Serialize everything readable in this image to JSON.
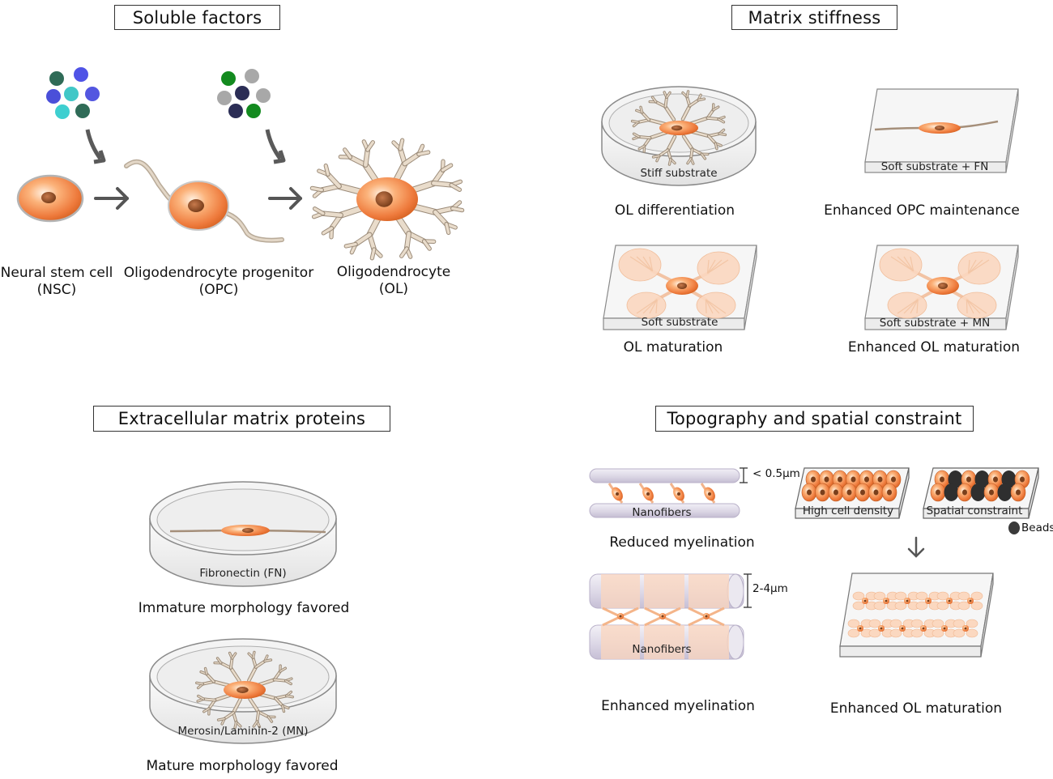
{
  "panels": {
    "soluble": {
      "title": "Soluble factors",
      "nsc": [
        "Neural stem cell",
        "(NSC)"
      ],
      "opc": [
        "Oligodendrocyte progenitor",
        "(OPC)"
      ],
      "ol": [
        "Oligodendrocyte",
        "(OL)"
      ],
      "factor_colors_1": [
        "#2f6b57",
        "#4f53e6",
        "#4a4fd9",
        "#41c7c7",
        "#5356e0",
        "#3ecfd0",
        "#2f6b57"
      ],
      "factor_colors_2": [
        "#138a1f",
        "#a8a8a8",
        "#a8a8a8",
        "#2b2d55",
        "#a8a8a8",
        "#2b2d55",
        "#138a1f"
      ]
    },
    "stiffness": {
      "title": "Matrix stiffness",
      "stiff_label": "Stiff substrate",
      "stiff_caption": "OL differentiation",
      "soft_fn_label": "Soft substrate + FN",
      "soft_fn_caption": "Enhanced OPC maintenance",
      "soft_label": "Soft substrate",
      "soft_caption": "OL maturation",
      "soft_mn_label": "Soft substrate + MN",
      "soft_mn_caption": "Enhanced OL maturation"
    },
    "ecm": {
      "title": "Extracellular matrix proteins",
      "fn_label": "Fibronectin (FN)",
      "fn_caption": "Immature morphology favored",
      "mn_label": "Merosin/Laminin-2 (MN)",
      "mn_caption": "Mature morphology favored"
    },
    "topo": {
      "title": "Topography and spatial constraint",
      "thin_size": "< 0.5μm",
      "thin_label": "Nanofibers",
      "thin_caption": "Reduced myelination",
      "thick_size": "2-4μm",
      "thick_label": "Nanofibers",
      "thick_caption": "Enhanced myelination",
      "density_label": "High cell density",
      "constraint_label": "Spatial constraint",
      "beads_label": "Beads",
      "result_caption": "Enhanced OL maturation"
    }
  }
}
